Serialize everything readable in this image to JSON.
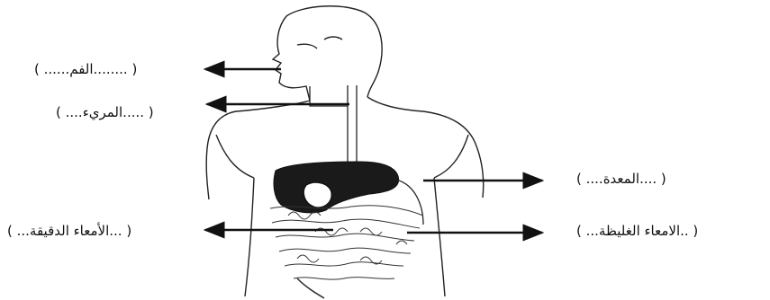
{
  "diagram": {
    "labels": {
      "mouth": "( ........الفم...... )",
      "esophagus": "( .....المريء.... )",
      "stomach": "( ....المعدة.... )",
      "small_intestine": "( ...الأمعاء الدقيقة... )",
      "large_intestine": "( ..الامعاء الغليظة... )"
    },
    "colors": {
      "line": "#111111",
      "organ_fill": "#1a1a1a",
      "background": "#ffffff"
    }
  }
}
